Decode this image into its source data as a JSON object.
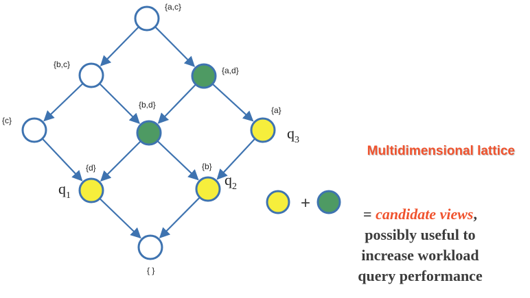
{
  "colors": {
    "outline": "#3e73b0",
    "edge": "#3e73b0",
    "yellow": "#f6ee3c",
    "green": "#4e9a63",
    "empty": "#ffffff",
    "accent": "#f0532e",
    "text": "#3c3c3c"
  },
  "nodes": [
    {
      "id": "ac",
      "label": "{a,c}",
      "fill": "empty"
    },
    {
      "id": "bc",
      "label": "{b,c}",
      "fill": "empty"
    },
    {
      "id": "ad",
      "label": "{a,d}",
      "fill": "green"
    },
    {
      "id": "c",
      "label": "{c}",
      "fill": "empty"
    },
    {
      "id": "bd",
      "label": "{b,d}",
      "fill": "green"
    },
    {
      "id": "a",
      "label": "{a}",
      "fill": "yellow"
    },
    {
      "id": "d",
      "label": "{d}",
      "fill": "yellow"
    },
    {
      "id": "b",
      "label": "{b}",
      "fill": "yellow"
    },
    {
      "id": "empty",
      "label": "{ }",
      "fill": "empty"
    }
  ],
  "edges": [
    [
      "ac",
      "bc"
    ],
    [
      "ac",
      "ad"
    ],
    [
      "bc",
      "c"
    ],
    [
      "bc",
      "bd"
    ],
    [
      "ad",
      "bd"
    ],
    [
      "ad",
      "a"
    ],
    [
      "c",
      "d"
    ],
    [
      "bd",
      "d"
    ],
    [
      "bd",
      "b"
    ],
    [
      "a",
      "b"
    ],
    [
      "d",
      "empty"
    ],
    [
      "b",
      "empty"
    ]
  ],
  "queries": [
    {
      "id": "q1",
      "base": "q",
      "sub": "1"
    },
    {
      "id": "q2",
      "base": "q",
      "sub": "2"
    },
    {
      "id": "q3",
      "base": "q",
      "sub": "3"
    }
  ],
  "title": "Multidimensional lattice",
  "legend": {
    "plus": "+",
    "equals": "= ",
    "accent": "candidate views",
    "comma": ",",
    "lines": [
      "possibly useful to",
      "increase workload",
      "query performance"
    ]
  }
}
